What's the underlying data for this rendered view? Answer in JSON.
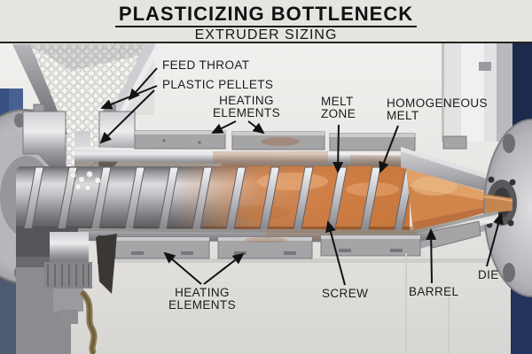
{
  "title": "PLASTICIZING BOTTLENECK",
  "subtitle": "EXTRUDER SIZING",
  "annotations": {
    "feed_throat": {
      "text": "FEED THROAT"
    },
    "plastic_pellets": {
      "text": "PLASTIC PELLETS"
    },
    "heating_elements_top": {
      "line1": "HEATING",
      "line2": "ELEMENTS"
    },
    "melt_zone": {
      "line1": "MELT",
      "line2": "ZONE"
    },
    "homogeneous_melt": {
      "line1": "HOMOGENEOUS",
      "line2": "MELT"
    },
    "heating_elements_bottom": {
      "line1": "HEATING",
      "line2": "ELEMENTS"
    },
    "screw": {
      "text": "SCREW"
    },
    "barrel": {
      "text": "BARREL"
    },
    "die": {
      "text": "DIE"
    }
  },
  "colors": {
    "background": "#e6e4e1",
    "title_text": "#111111",
    "label_text": "#1b1b1b",
    "arrow": "#121212",
    "steel_light": "#dcdcdf",
    "steel_dark": "#6f6f73",
    "melt_orange": "#d2804a",
    "pellet_white": "#f6f5f3",
    "machine_blue_left": "#47629",
    "machine_navy_right": "#21325b",
    "heater_gray": "#a5a4a7"
  }
}
